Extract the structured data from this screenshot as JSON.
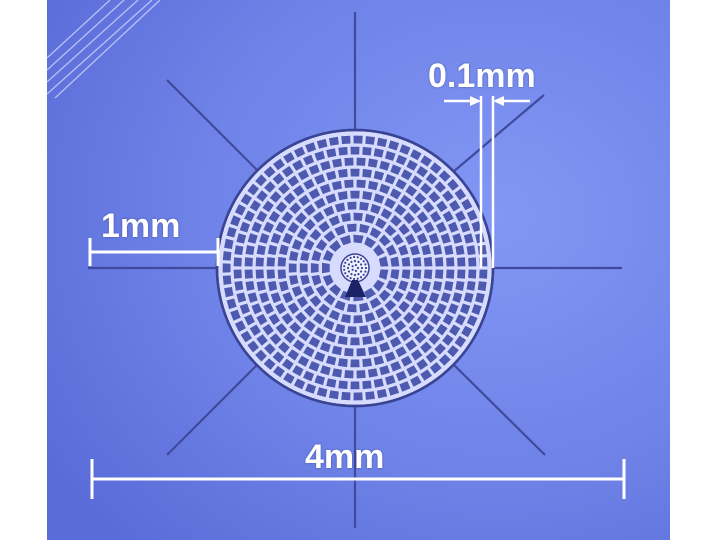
{
  "scale_bars": {
    "one_mm": "1mm",
    "tenth_mm": "0.1mm",
    "four_mm": "4mm"
  },
  "colors": {
    "background": "#6f83e8",
    "structure_line": "#4a55a8",
    "annotation": "#ffffff"
  }
}
